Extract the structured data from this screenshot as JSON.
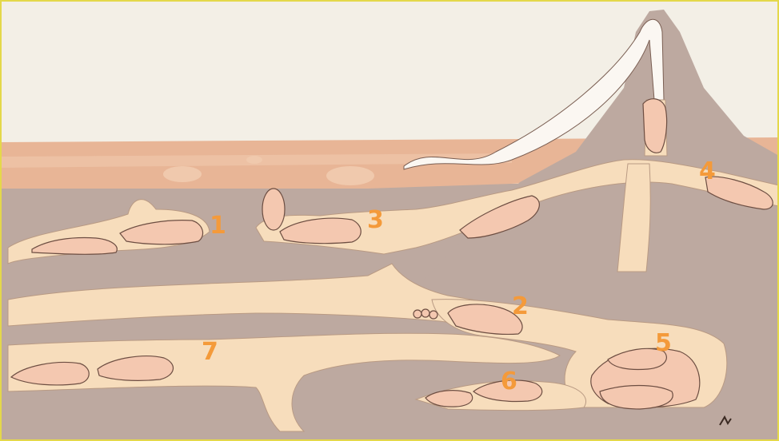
{
  "colors": {
    "sky": "#f3efe6",
    "surface_soil": "#e8b596",
    "surface_soil_light": "#f0c9ad",
    "underground": "#bda9a0",
    "tunnel": "#f7ddbc",
    "animal_fill": "#f4c8b0",
    "outline": "#6d4e42",
    "label": "#f49a3a",
    "frame": "#e4d84a"
  },
  "labels": [
    "1",
    "2",
    "3",
    "4",
    "5",
    "6",
    "7"
  ],
  "icons": {
    "signature": "artist-signature-icon"
  }
}
